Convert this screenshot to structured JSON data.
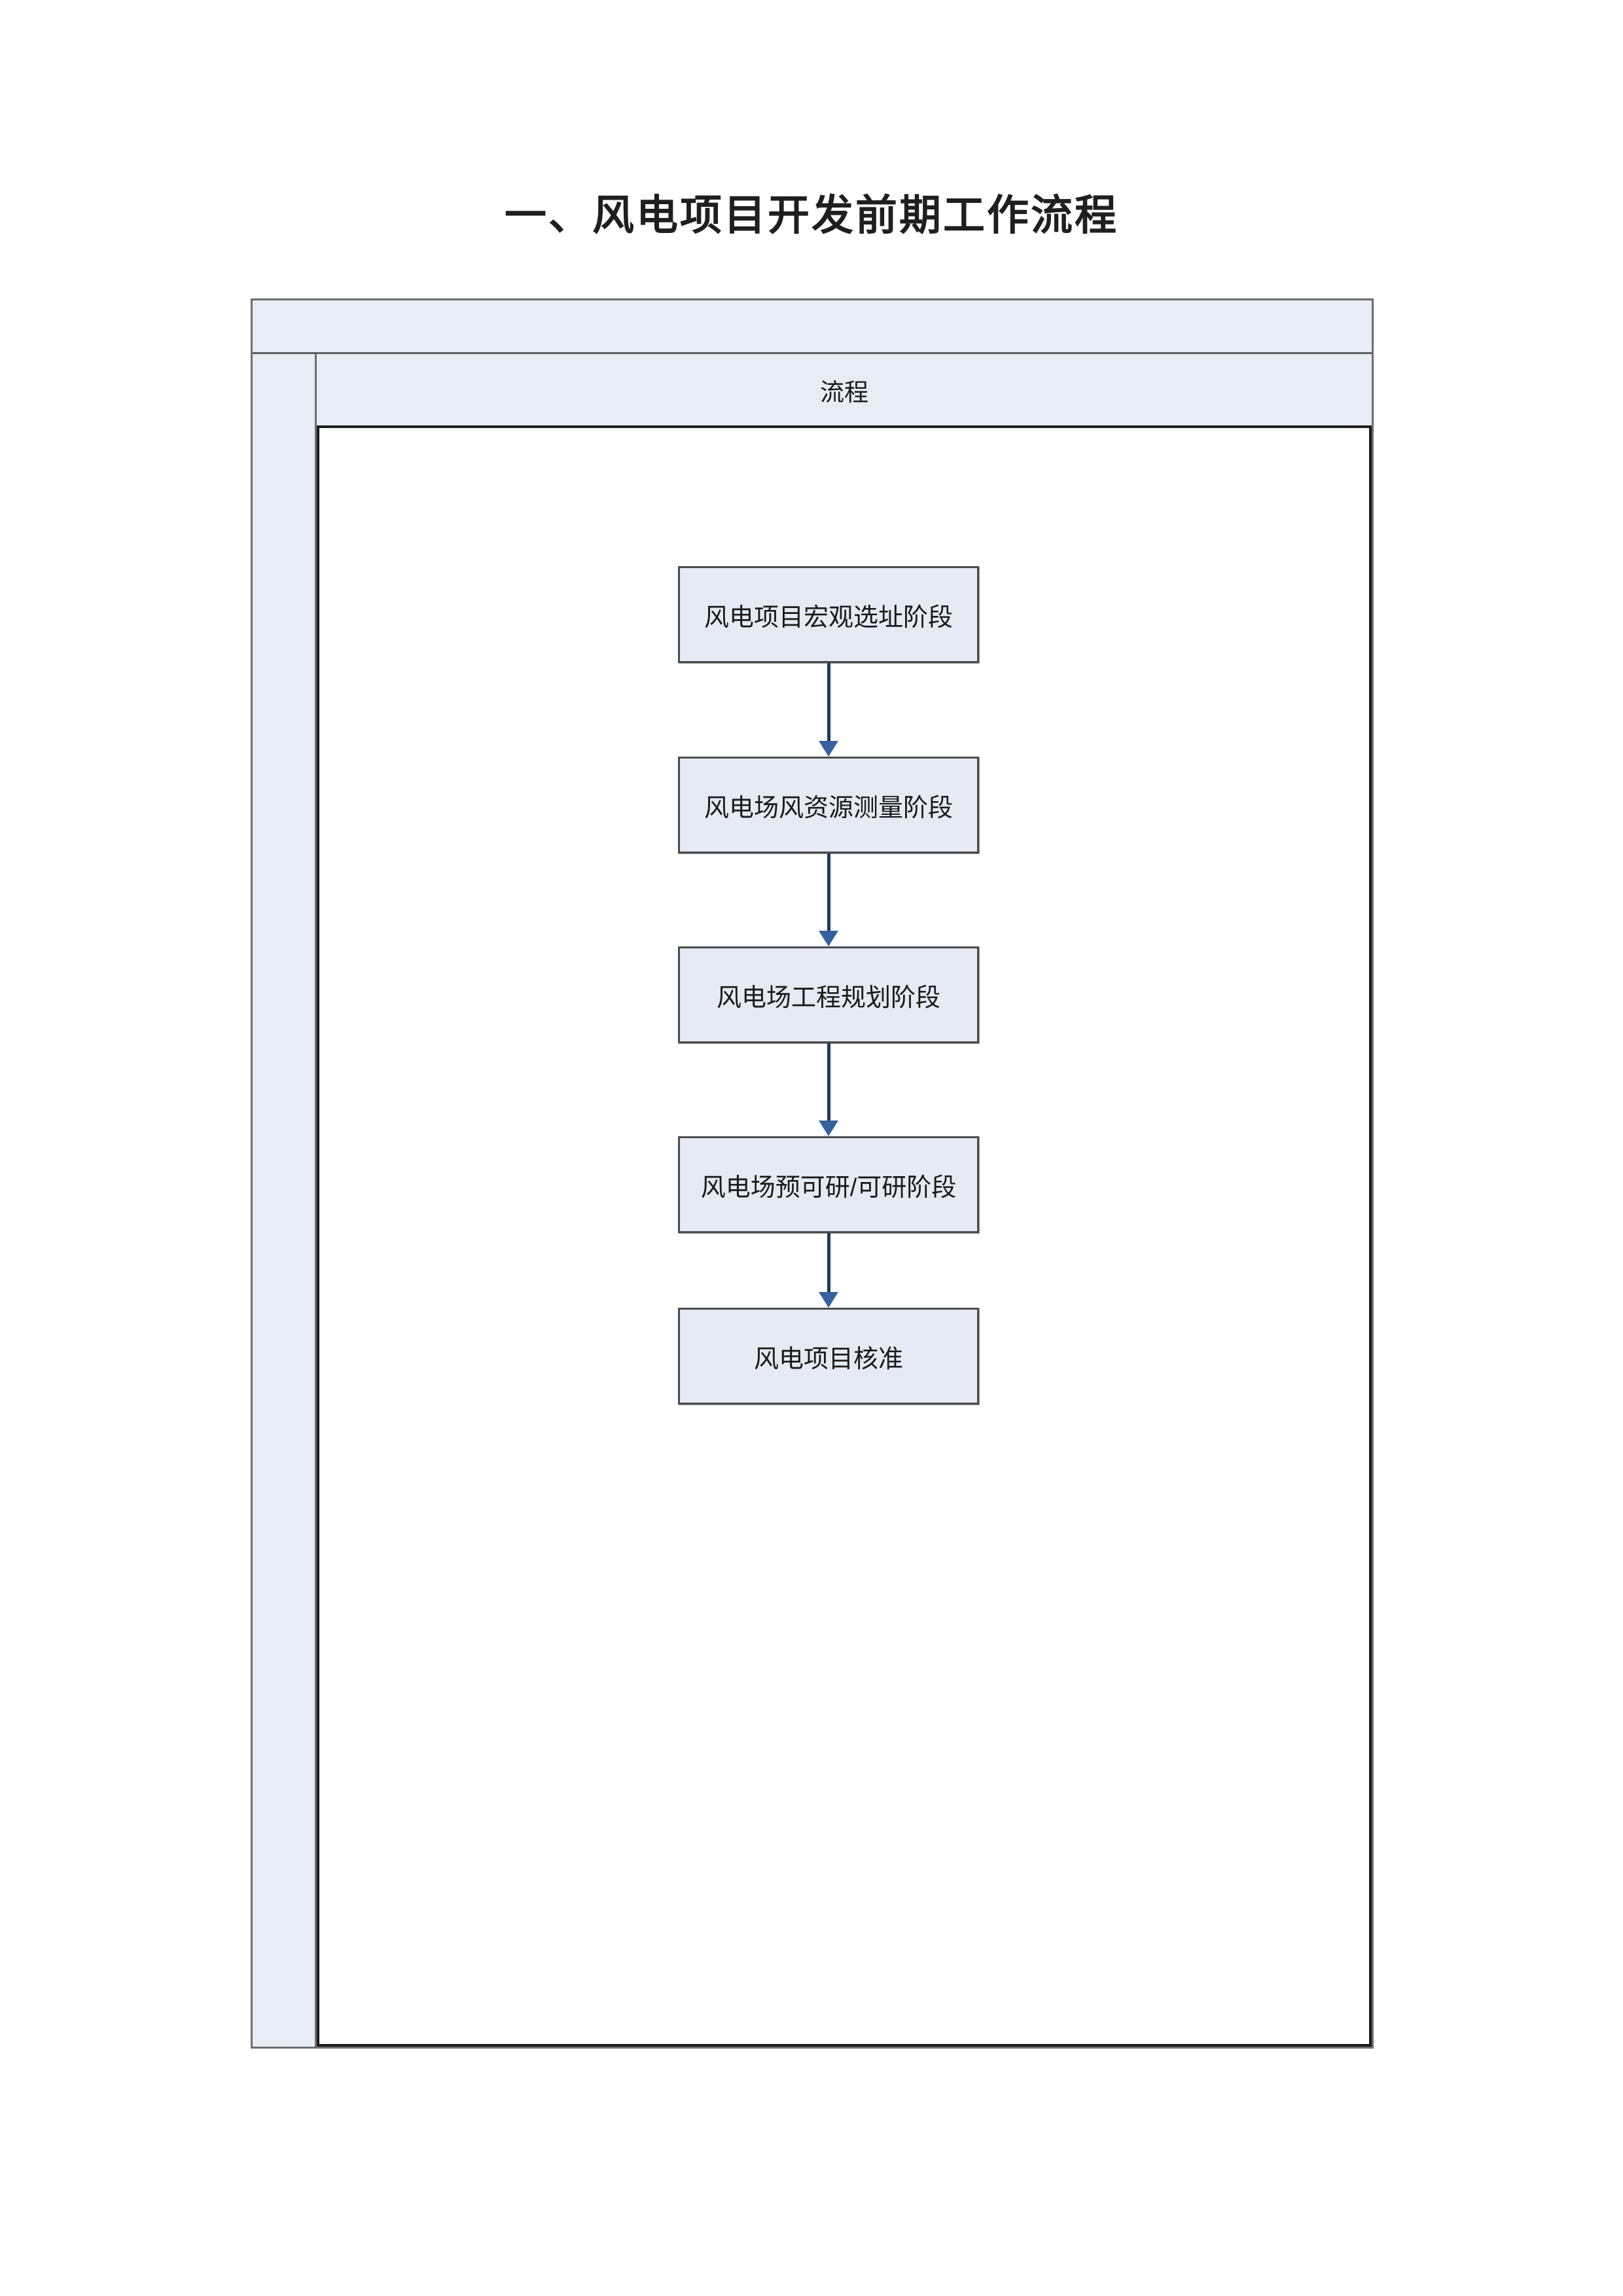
{
  "page": {
    "title": "一、风电项目开发前期工作流程"
  },
  "flowchart": {
    "lane_header": "流程",
    "steps": [
      {
        "label": "风电项目宏观选址阶段"
      },
      {
        "label": "风电场风资源测量阶段"
      },
      {
        "label": "风电场工程规划阶段"
      },
      {
        "label": "风电场预可研/可研阶段"
      },
      {
        "label": "风电项目核准"
      }
    ]
  },
  "colors": {
    "band_fill": "#e8ecf5",
    "box_fill": "#e5eaf4",
    "box_border": "#4d4d4d",
    "frame_border": "#6e6e6e",
    "content_border": "#1c1c1c",
    "arrow_line": "#1e3a5f",
    "arrow_head": "#35619f"
  }
}
